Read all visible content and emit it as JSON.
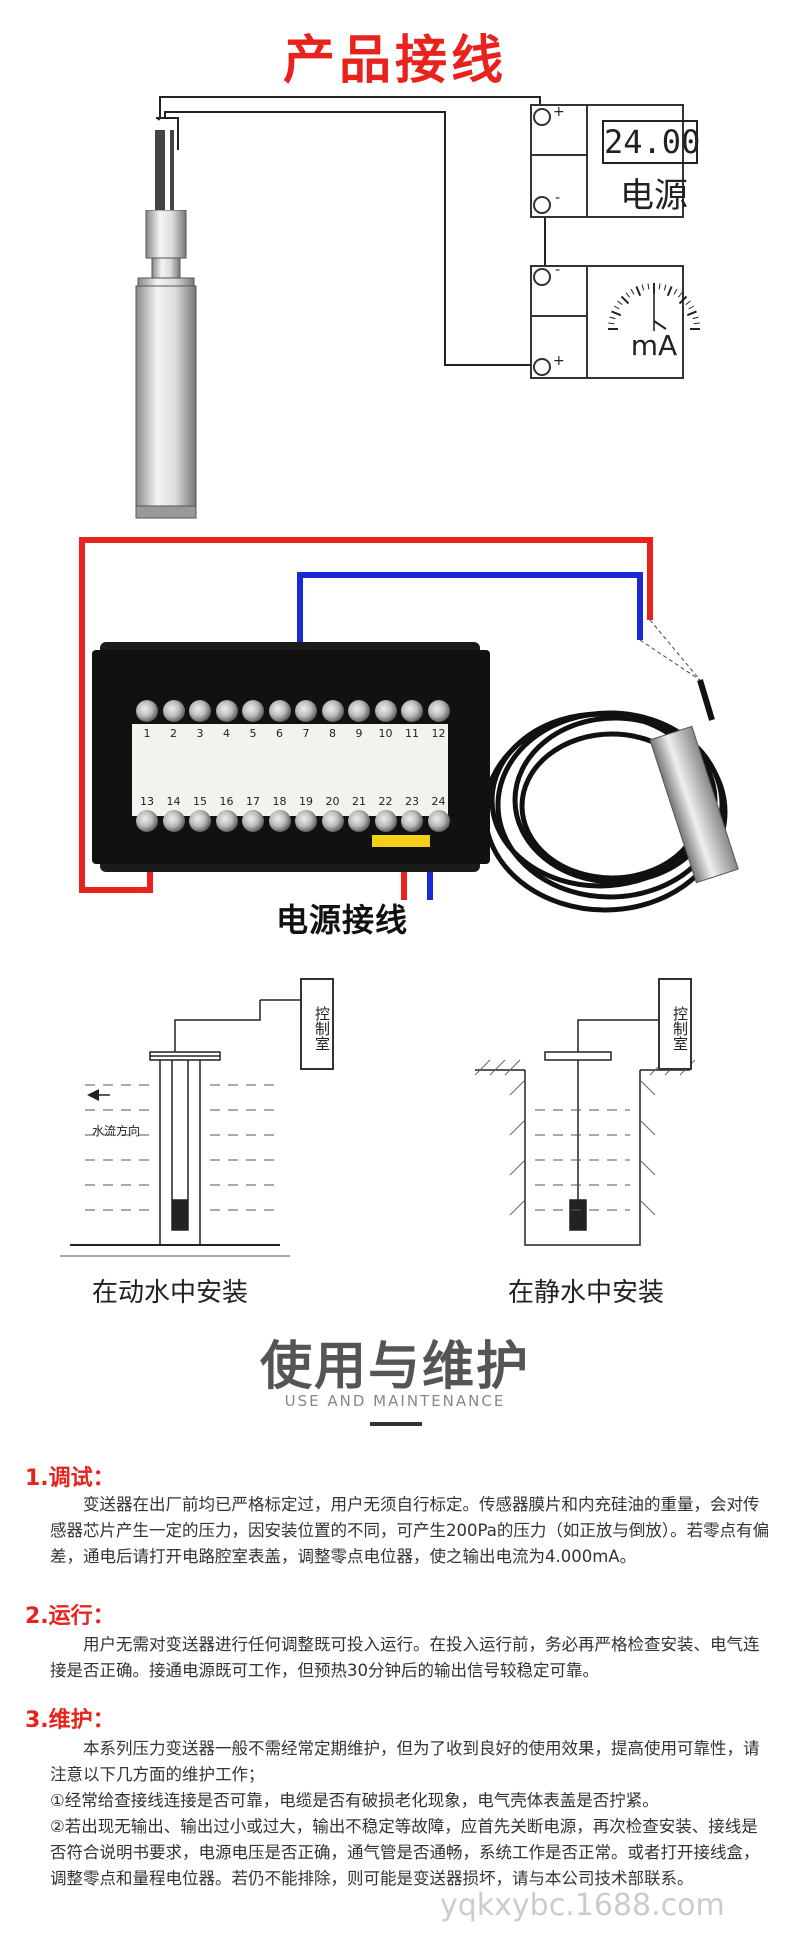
{
  "header": {
    "title": "产品接线"
  },
  "wiring1": {
    "power_display": "24.00",
    "power_label": "电源",
    "meter_label": "mA",
    "plus": "+",
    "minus": "-"
  },
  "wiring2": {
    "label": "电源接线",
    "top_numbers": [
      "1",
      "2",
      "3",
      "4",
      "5",
      "6",
      "7",
      "8",
      "9",
      "10",
      "11",
      "12"
    ],
    "bottom_numbers": [
      "13",
      "14",
      "15",
      "16",
      "17",
      "18",
      "19",
      "20",
      "21",
      "22",
      "23",
      "24"
    ]
  },
  "install": {
    "control_room": "控制室",
    "water_direction": "水流方向",
    "dynamic_label": "在动水中安装",
    "static_label": "在静水中安装"
  },
  "maintenance": {
    "title": "使用与维护",
    "subtitle": "USE AND MAINTENANCE",
    "s1_title": "1.调试：",
    "s1_body": "变送器在出厂前均已严格标定过，用户无须自行标定。传感器膜片和内充硅油的重量，会对传感器芯片产生一定的压力，因安装位置的不同，可产生200Pa的压力（如正放与倒放）。若零点有偏差，通电后请打开电路腔室表盖，调整零点电位器，使之输出电流为4.000mA。",
    "s2_title": "2.运行：",
    "s2_body": "用户无需对变送器进行任何调整既可投入运行。在投入运行前，务必再严格检查安装、电气连接是否正确。接通电源既可工作，但预热30分钟后的输出信号较稳定可靠。",
    "s3_title": "3.维护：",
    "s3_body": "本系列压力变送器一般不需经常定期维护，但为了收到良好的使用效果，提高使用可靠性，请注意以下几方面的维护工作；",
    "s3_item1": "①经常给查接线连接是否可靠，电缆是否有破损老化现象，电气壳体表盖是否拧紧。",
    "s3_item2": "②若出现无输出、输出过小或过大，输出不稳定等故障，应首先关断电源，再次检查安装、接线是否符合说明书要求，电源电压是否正确，通气管是否通畅，系统工作是否正常。或者打开接线盒，调整零点和量程电位器。若仍不能排除，则可能是变送器损坏，请与本公司技术部联系。"
  },
  "watermark": "yqkxybc.1688.com"
}
